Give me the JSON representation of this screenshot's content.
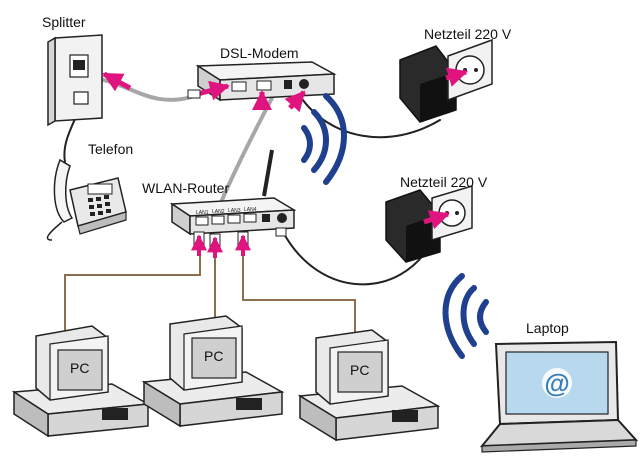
{
  "labels": {
    "splitter": "Splitter",
    "dsl_modem": "DSL-Modem",
    "power_supply_top": "Netzteil 220 V",
    "telefon": "Telefon",
    "wlan_router": "WLAN-Router",
    "power_supply_mid": "Netzteil 220 V",
    "laptop": "Laptop",
    "pc_1": "PC",
    "pc_2": "PC",
    "pc_3": "PC"
  },
  "router_ports": [
    "LAN1",
    "LAN2",
    "LAN3",
    "LAN4"
  ],
  "laptop_screen_symbol": "@",
  "colors": {
    "arrow": "#e0147e",
    "wifi_waves": "#1f3f8f",
    "laptop_screen": "#b8d8ee",
    "cable_lan": "#8b6f4e",
    "cable_dsl": "#a7a7a7",
    "device_body": "#e6e6e6",
    "device_outline": "#222222"
  }
}
